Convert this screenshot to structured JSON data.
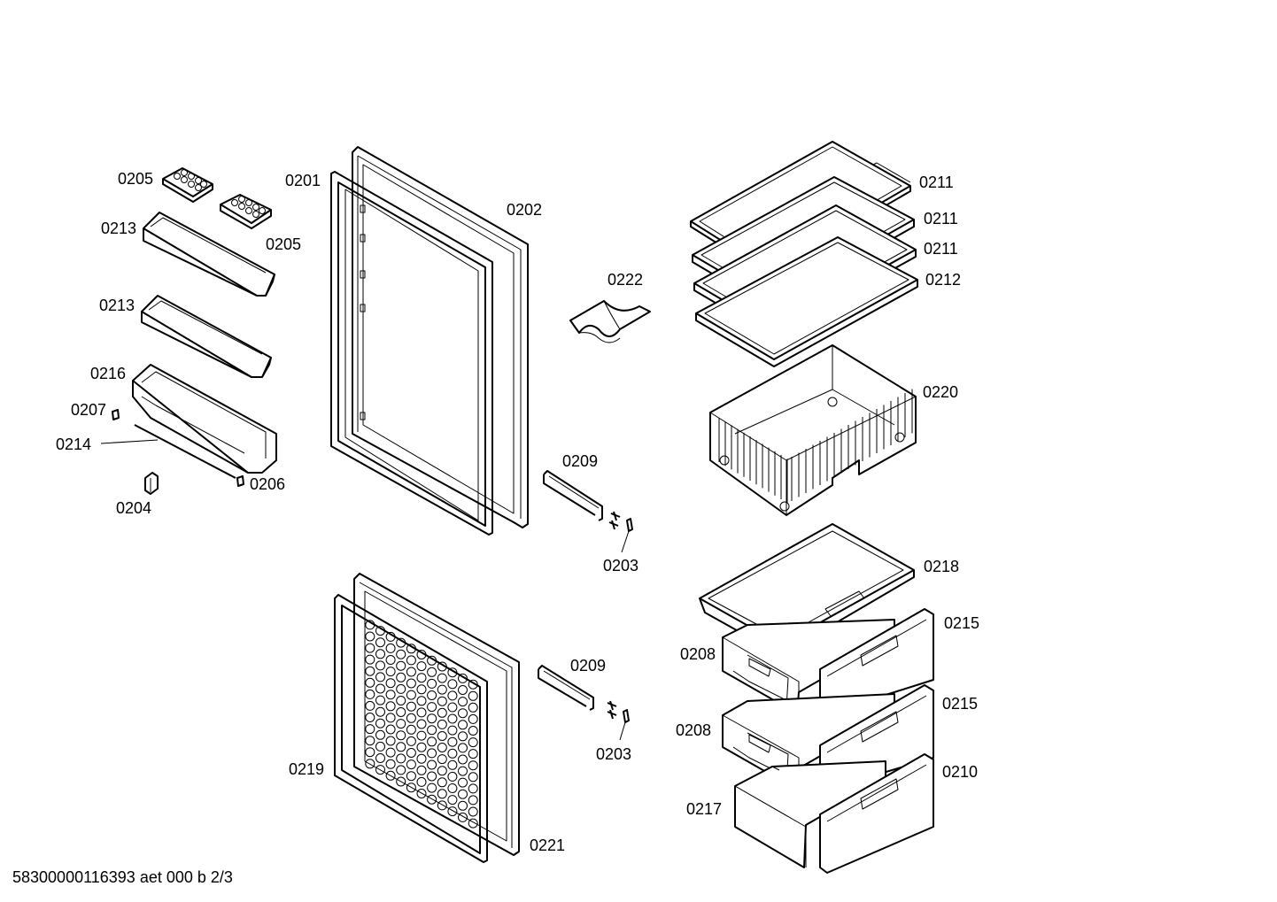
{
  "labels": {
    "p0201": "0201",
    "p0202": "0202",
    "p0203a": "0203",
    "p0203b": "0203",
    "p0204": "0204",
    "p0205a": "0205",
    "p0205b": "0205",
    "p0206": "0206",
    "p0207": "0207",
    "p0208a": "0208",
    "p0208b": "0208",
    "p0209a": "0209",
    "p0209b": "0209",
    "p0210": "0210",
    "p0211a": "0211",
    "p0211b": "0211",
    "p0211c": "0211",
    "p0212": "0212",
    "p0213a": "0213",
    "p0213b": "0213",
    "p0214": "0214",
    "p0215a": "0215",
    "p0215b": "0215",
    "p0216": "0216",
    "p0217": "0217",
    "p0218": "0218",
    "p0219": "0219",
    "p0220": "0220",
    "p0221": "0221",
    "p0222": "0222"
  },
  "footer": {
    "document_id": "58300000116393 aet 000 b 2/3"
  }
}
